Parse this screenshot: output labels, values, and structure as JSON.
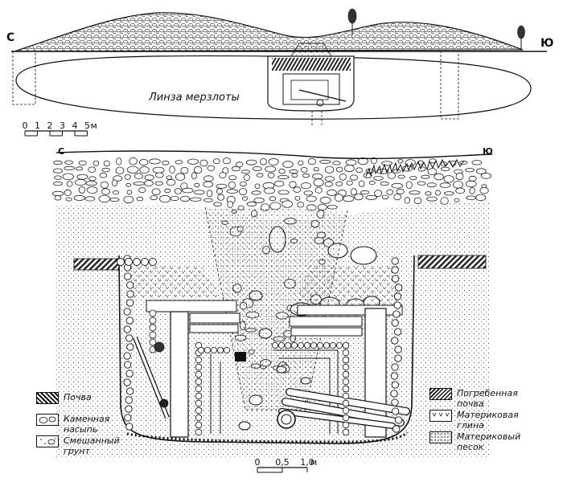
{
  "top_profile": {
    "north_letter": "С",
    "south_letter": "Ю",
    "lens_label": "Линза мерзлоты",
    "scale_ticks": [
      "0",
      "1",
      "2",
      "3",
      "4",
      "5"
    ],
    "scale_unit": "м"
  },
  "section": {
    "north_letter": "С",
    "south_letter": "Ю",
    "scale_ticks": [
      "0",
      "0,5",
      "1,0"
    ],
    "scale_unit": "м"
  },
  "legend_left": [
    {
      "key": "soil",
      "label": "Почва"
    },
    {
      "key": "stone",
      "label": "Каменная\nнасыпь"
    },
    {
      "key": "mixed",
      "label": "Смешанный\nгрунт"
    }
  ],
  "legend_right": [
    {
      "key": "buried",
      "label": "Погребенная почва"
    },
    {
      "key": "clay",
      "label": "Материковая глина"
    },
    {
      "key": "sand",
      "label": "Материковый песок"
    }
  ]
}
